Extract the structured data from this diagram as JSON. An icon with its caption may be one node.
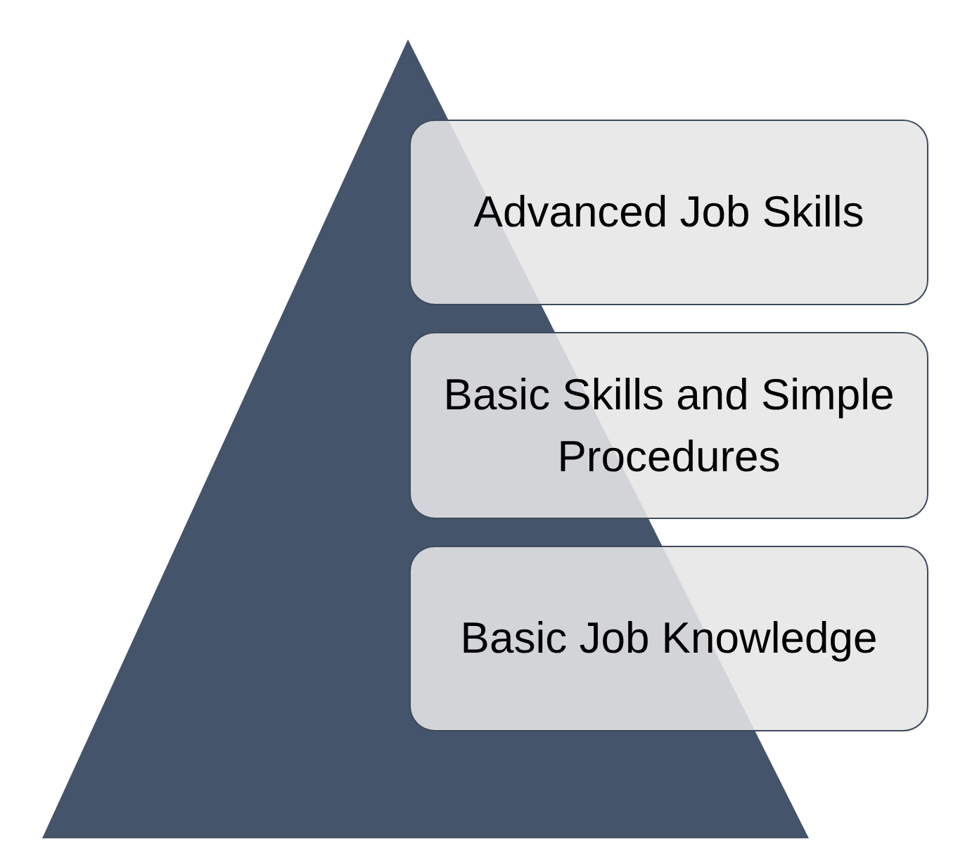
{
  "diagram": {
    "nodes": [
      {
        "text": [
          "Advanced Job Skills"
        ]
      },
      {
        "text": [
          "Basic Skills and Simple Procedures"
        ]
      },
      {
        "text": [
          "Basic Job Knowledge"
        ]
      }
    ]
  }
}
